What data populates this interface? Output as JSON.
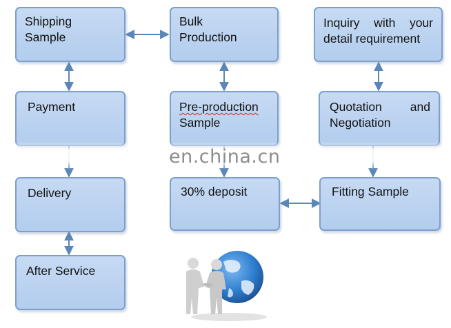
{
  "boxes": {
    "shipping_sample": [
      "Shipping",
      "Sample"
    ],
    "bulk_production": [
      "Bulk",
      "Production"
    ],
    "inquiry": [
      "Inquiry with your",
      "detail requirement"
    ],
    "payment": [
      "Payment"
    ],
    "pre_production_sample": [
      "Pre-production",
      "Sample"
    ],
    "quotation": [
      "Quotation and",
      "Negotiation"
    ],
    "delivery": [
      "Delivery"
    ],
    "deposit": [
      "30% deposit"
    ],
    "fitting_sample": [
      "Fitting Sample"
    ],
    "after_service": [
      "After Service"
    ]
  },
  "watermark": "en.china.cn",
  "colors": {
    "box_fill": "#c6daf3",
    "box_border": "#7c9fcf",
    "arrow": "#5a86b8"
  },
  "illustration": "business-handshake-globe-icon"
}
